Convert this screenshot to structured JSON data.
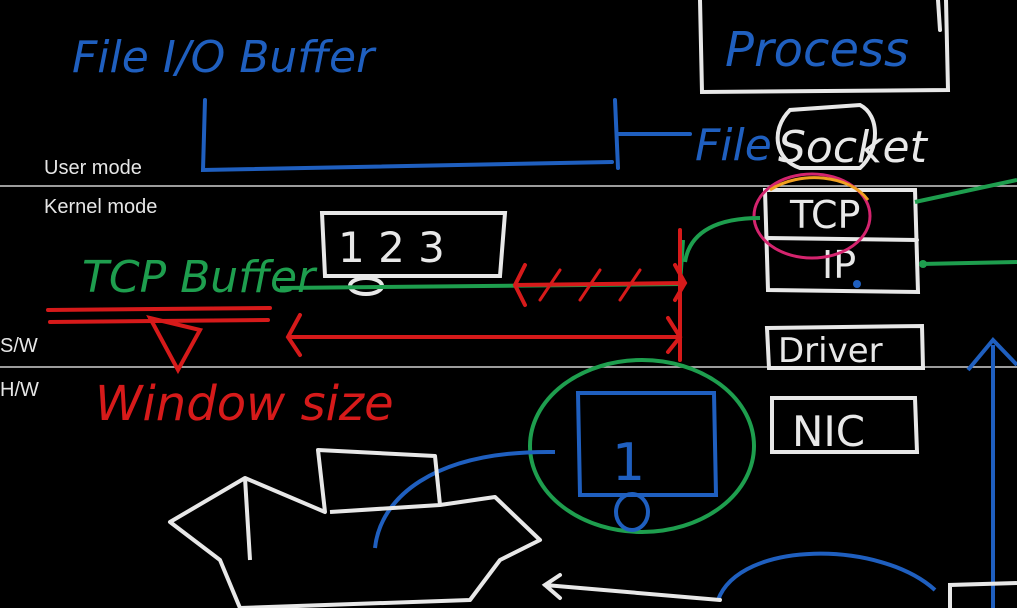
{
  "labels": {
    "user_mode": "User mode",
    "kernel_mode": "Kernel mode",
    "sw": "S/W",
    "hw": "H/W"
  },
  "handwriting": {
    "file_io_buffer": "File I/O Buffer",
    "process": "Process",
    "file": "File",
    "socket": "Socket",
    "tcp": "TCP",
    "ip": "IP",
    "driver": "Driver",
    "nic": "NIC",
    "tcp_buffer": "TCP Buffer",
    "window_size": "Window size",
    "buffer_numbers": "1 2 3",
    "nic_number": "1"
  },
  "colors": {
    "background": "#000000",
    "chalk_white": "#e8e8e8",
    "ink_blue": "#1f5fbf",
    "ink_green": "#1e9e4e",
    "ink_red": "#d61a1a",
    "ink_magenta": "#d4246e",
    "ink_orange": "#f0a020"
  }
}
